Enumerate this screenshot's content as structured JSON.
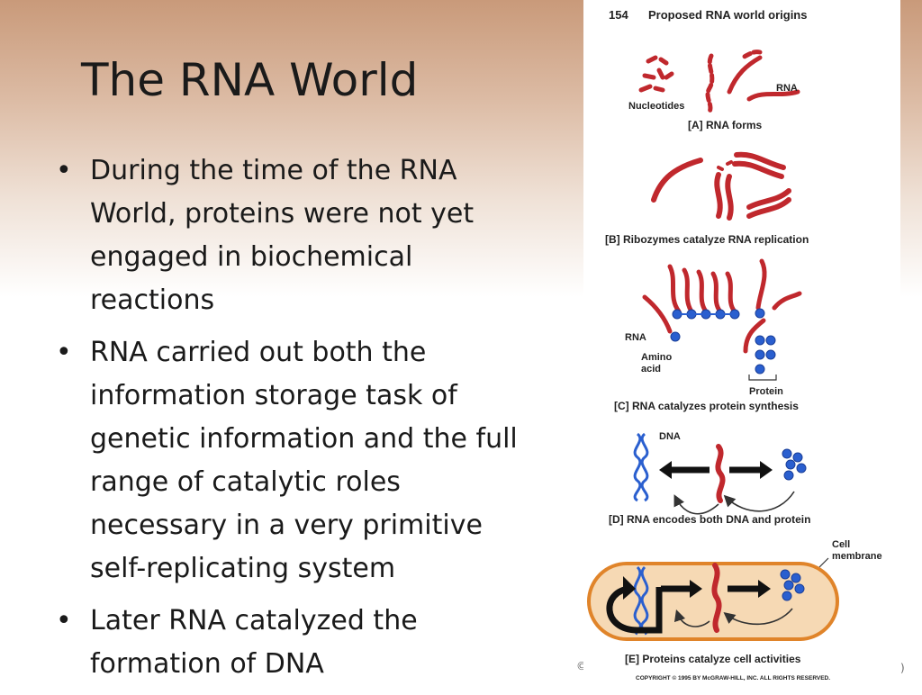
{
  "slide": {
    "title": "The RNA World",
    "bullets": [
      "During the time of the RNA World, proteins were not yet engaged in biochemical reactions",
      "RNA carried out both the information storage task of genetic information and the full range of catalytic roles necessary in a very primitive self-replicating system",
      "Later RNA catalyzed the formation of DNA"
    ],
    "bullet_glyph": "•"
  },
  "figure": {
    "number": "154",
    "heading": "Proposed RNA world origins",
    "labels": {
      "nucleotides": "Nucleotides",
      "rna_a": "RNA",
      "rna_c": "RNA",
      "amino_acid_1": "Amino",
      "amino_acid_2": "acid",
      "protein": "Protein",
      "dna": "DNA",
      "cell_1": "Cell",
      "cell_2": "membrane"
    },
    "captions": {
      "a": "[A]  RNA forms",
      "b": "[B]  Ribozymes catalyze RNA replication",
      "c": "[C]  RNA catalyzes protein synthesis",
      "d": "[D]  RNA encodes both DNA and protein",
      "e": "[E]  Proteins catalyze cell activities"
    },
    "copyright": "COPYRIGHT © 1995 BY McGRAW-HILL, INC. ALL RIGHTS RESERVED."
  },
  "edge_marks": {
    "left": "©",
    "right": ")"
  },
  "colors": {
    "rna": "#c0282d",
    "protein": "#2a5fcf",
    "dna": "#2a5fcf",
    "cell_fill": "#f6d9b4",
    "cell_border": "#e0842a"
  }
}
